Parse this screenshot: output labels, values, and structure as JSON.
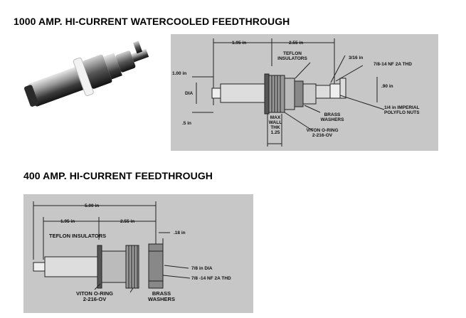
{
  "section1": {
    "title": "1000 AMP. HI-CURRENT WATERCOOLED FEEDTHROUGH",
    "labels": {
      "dim_a": "1.95 in",
      "dim_b": "2.55 in",
      "teflon": "TEFLON INSULATORS",
      "dim_316": "3/16 in",
      "thread": "7/8-14 NF 2A THD",
      "dim_100": "1.00 in",
      "dia": "DIA",
      "dim_90": ".90 in",
      "brass": "BRASS WASHERS",
      "imperial": "1/4 in IMPERIAL POLYFLO NUTS",
      "wall": "MAX WALL THK 1.25",
      "viton": "VITON O-RING 2-216-OV",
      "dim_5": ".5 in"
    }
  },
  "section2": {
    "title": "400 AMP. HI-CURRENT FEEDTHROUGH",
    "labels": {
      "dim_total": "5.00 in",
      "dim_a": "1.95 in",
      "dim_b": "2.55 in",
      "teflon": "TEFLON INSULATORS",
      "dim_18": ".18 in",
      "dia": "7/8 in DIA",
      "thread": "7/8 -14 NF 2A THD",
      "viton": "VITON O-RING 2-216-OV",
      "brass": "BRASS WASHERS"
    }
  }
}
